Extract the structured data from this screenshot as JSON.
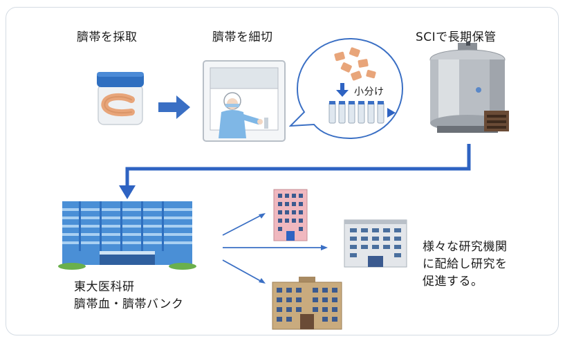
{
  "steps": [
    {
      "label": "臍帯を採取",
      "icon": "specimen-jar-icon"
    },
    {
      "label": "臍帯を細切",
      "icon": "clean-bench-worker-icon"
    },
    {
      "label": "SCIで長期保管",
      "icon": "cryo-storage-tank-icon"
    }
  ],
  "bubble": {
    "label": "小分け",
    "icon": "aliquot-tubes-icon"
  },
  "bank": {
    "line1": "東大医科研",
    "line2": "臍帯血・臍帯バンク",
    "icon": "bank-building-icon"
  },
  "distribution": {
    "line1": "様々な研究機関",
    "line2": "に配給し研究を",
    "line3": "促進する。"
  },
  "colors": {
    "arrow_blue": "#3a6fc4",
    "flow_line": "#2e63c2",
    "tissue": "#e8a57a",
    "building_blue": "#4a8fd6"
  }
}
